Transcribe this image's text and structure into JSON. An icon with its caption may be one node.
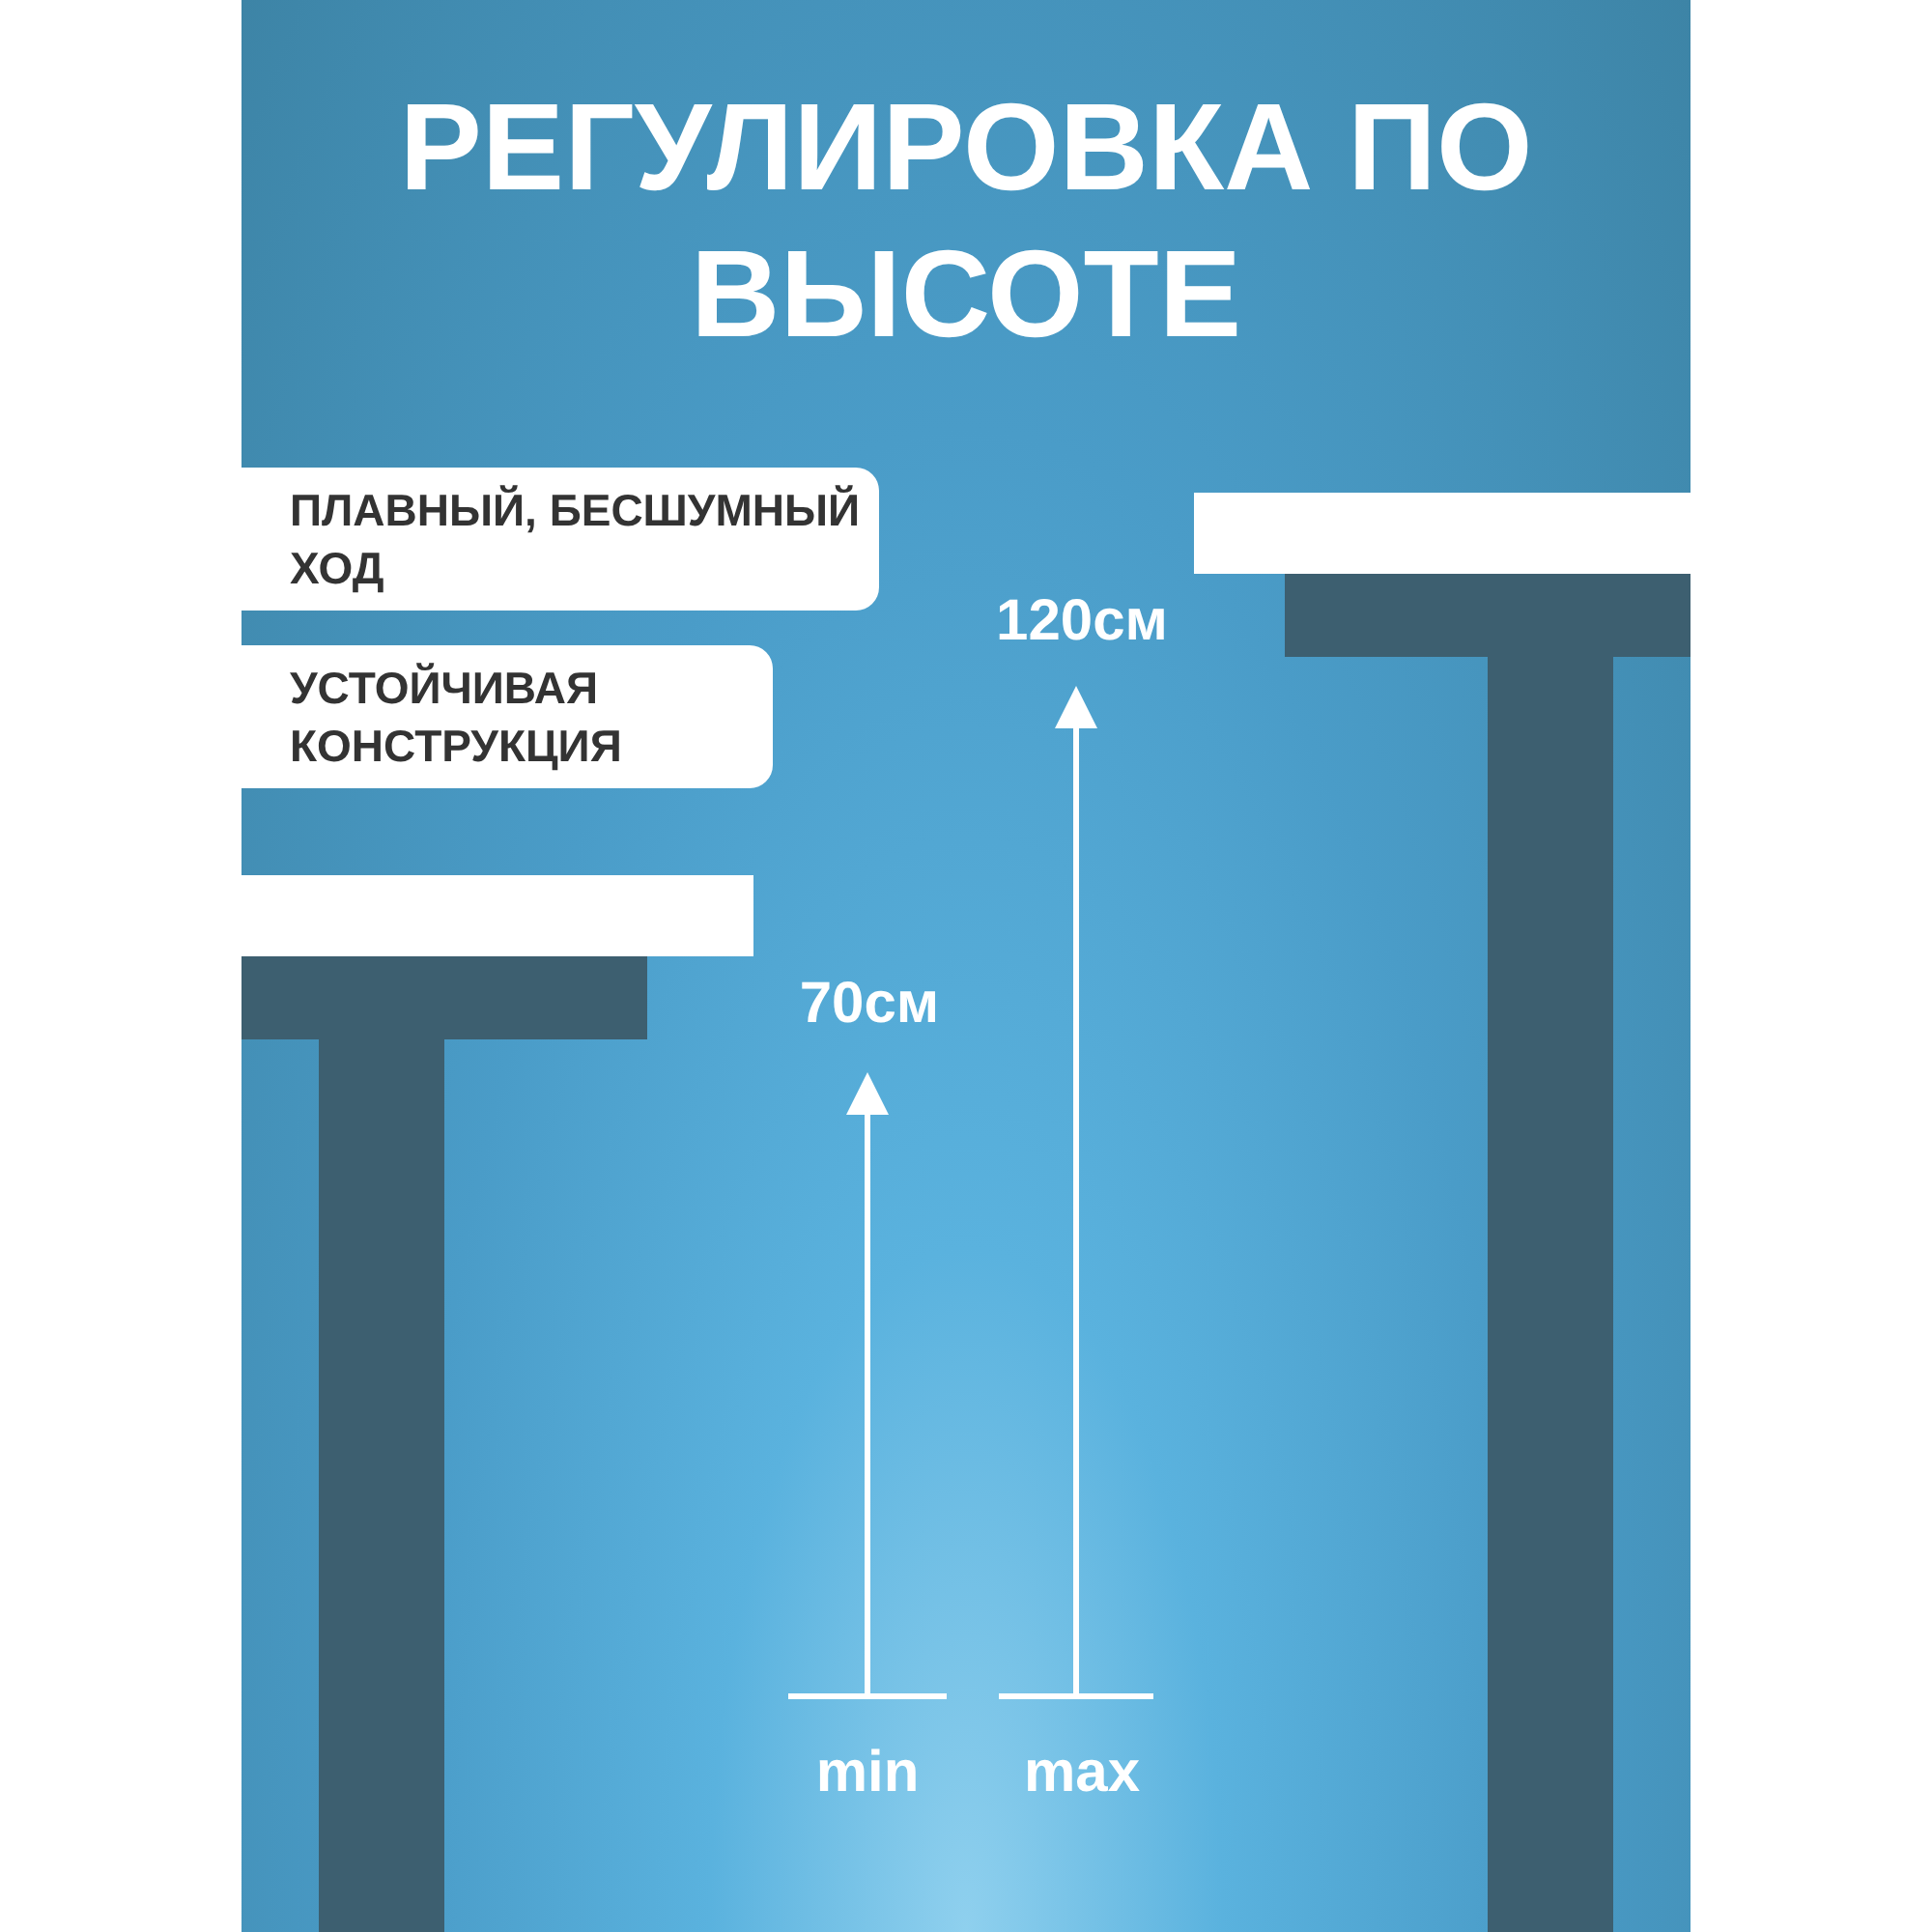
{
  "diagram": {
    "title": "РЕГУЛИРОВКА ПО ВЫСОТЕ",
    "nodes": [
      {
        "text": [
          "ПЛАВНЫЙ, БЕСШУМНЫЙ ХОД"
        ]
      },
      {
        "text": [
          "УСТОЙЧИВАЯ КОНСТРУКЦИЯ"
        ]
      }
    ],
    "labels": [
      "120см",
      "70см",
      "min",
      "max"
    ]
  }
}
